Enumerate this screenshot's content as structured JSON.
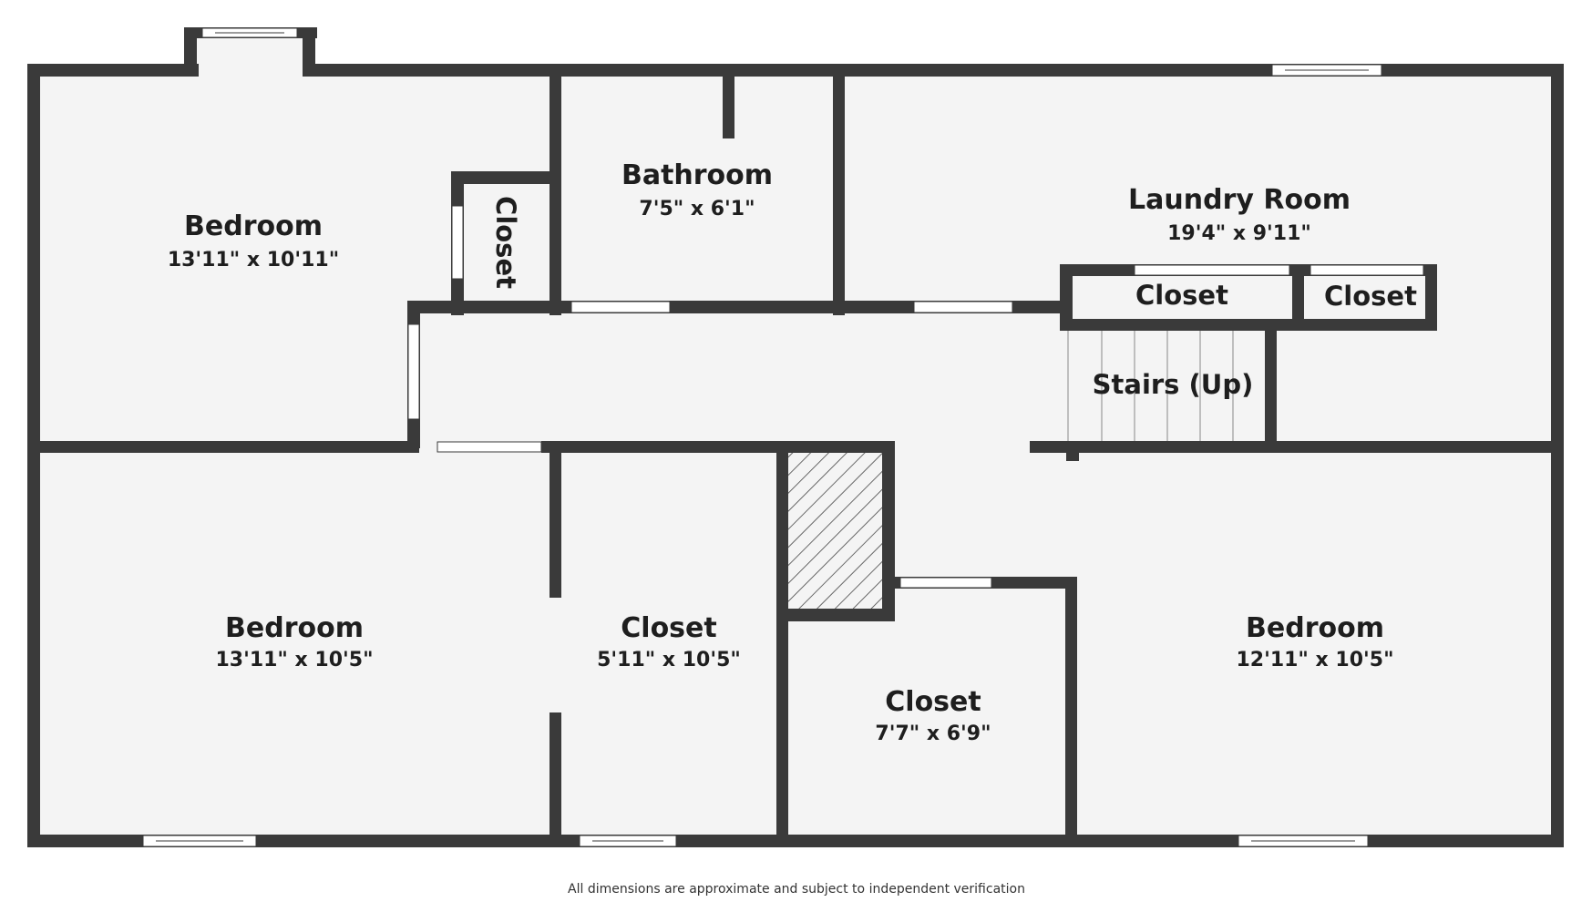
{
  "rooms": {
    "bedroom_top_left": {
      "name": "Bedroom",
      "dims": "13'11\" x 10'11\""
    },
    "closet_vertical": {
      "name": "Closet"
    },
    "bathroom": {
      "name": "Bathroom",
      "dims": "7'5\" x 6'1\""
    },
    "laundry_room": {
      "name": "Laundry Room",
      "dims": "19'4\" x 9'11\""
    },
    "closet_small_1": {
      "name": "Closet"
    },
    "closet_small_2": {
      "name": "Closet"
    },
    "stairs": {
      "name": "Stairs (Up)"
    },
    "bedroom_bottom_left": {
      "name": "Bedroom",
      "dims": "13'11\" x 10'5\""
    },
    "closet_bottom_middle": {
      "name": "Closet",
      "dims": "5'11\" x 10'5\""
    },
    "closet_bottom_center": {
      "name": "Closet",
      "dims": "7'7\" x 6'9\""
    },
    "bedroom_bottom_right": {
      "name": "Bedroom",
      "dims": "12'11\" x 10'5\""
    }
  },
  "footer": {
    "note": "All dimensions are approximate and subject to independent verification"
  },
  "colors": {
    "wall": "#3a3a3a",
    "floor": "#f4f4f4",
    "background": "#ffffff"
  }
}
